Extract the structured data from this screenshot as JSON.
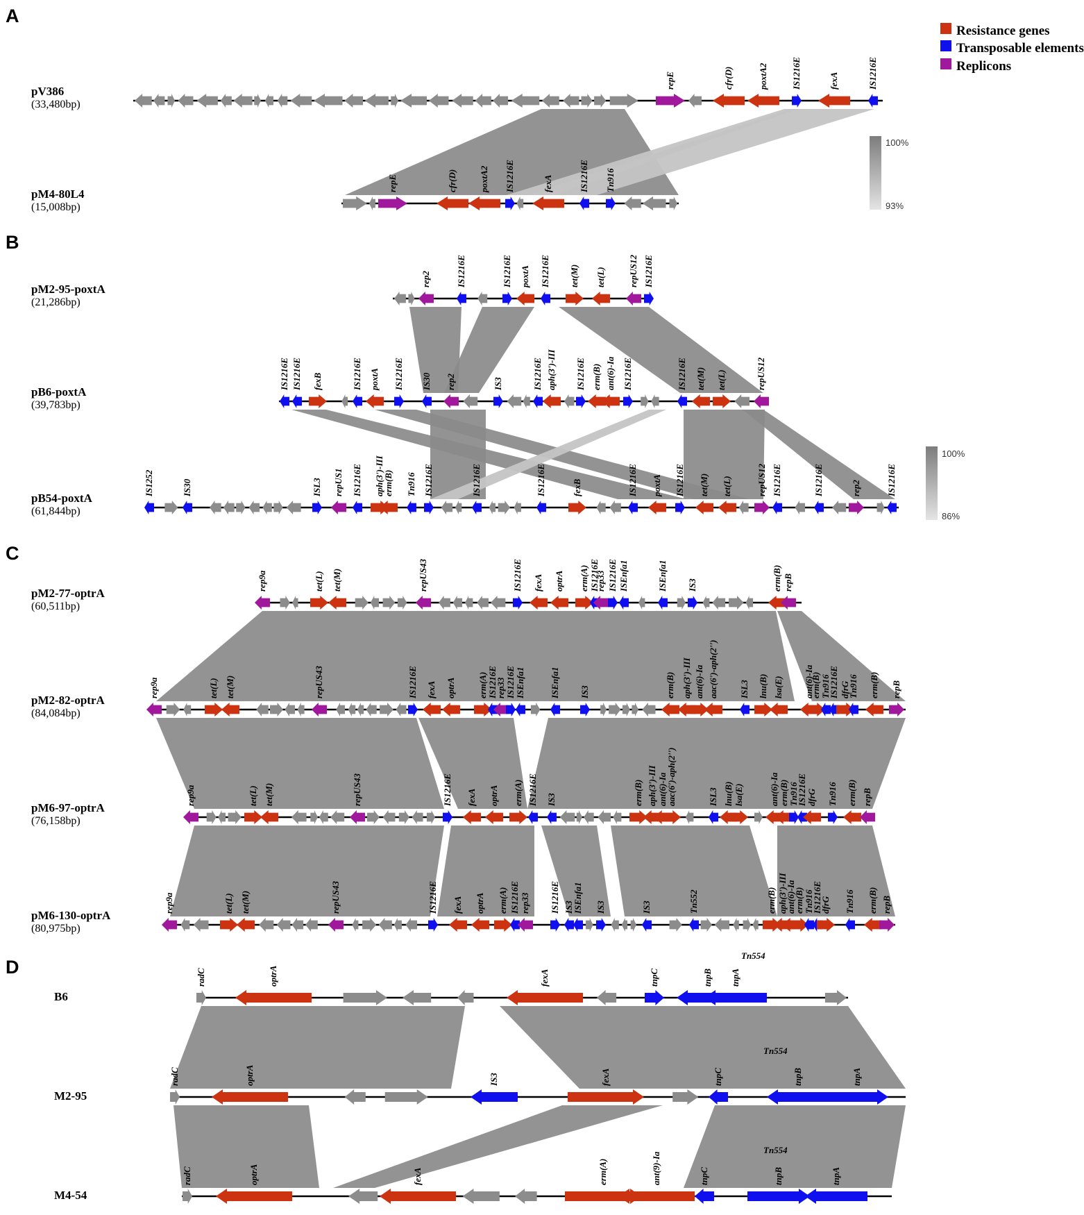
{
  "colors": {
    "resistance": "#cc3311",
    "transposable": "#1010ee",
    "replicon": "#a0189c",
    "other": "#8c8c8c",
    "backbone": "#000000",
    "link": "#8a8a8a",
    "link_light": "#c4c4c4"
  },
  "legend": {
    "items": [
      {
        "label": "Resistance genes",
        "type": "resistance"
      },
      {
        "label": "Transposable elements",
        "type": "transposable"
      },
      {
        "label": "Replicons",
        "type": "replicon"
      }
    ]
  },
  "scales": [
    {
      "panel": "A",
      "max_label": "100%",
      "min_label": "93%"
    },
    {
      "panel": "B",
      "max_label": "100%",
      "min_label": "86%"
    }
  ],
  "panels": [
    {
      "letter": "A",
      "rows": [
        {
          "name": "pV386",
          "size": "(33,480bp)",
          "labels": [
            "repE",
            "cfr(D)",
            "poxtA2",
            "IS1216E",
            "fexA",
            "IS1216E"
          ],
          "label_types": [
            "replicon",
            "resistance",
            "resistance",
            "transposable",
            "resistance",
            "transposable"
          ]
        },
        {
          "name": "pM4-80L4",
          "size": "(15,008bp)",
          "labels": [
            "repE",
            "cfr(D)",
            "poxtA2",
            "IS1216E",
            "fexA",
            "IS1216E",
            "Tn916"
          ],
          "label_types": [
            "replicon",
            "resistance",
            "resistance",
            "transposable",
            "resistance",
            "transposable",
            "transposable"
          ]
        }
      ]
    },
    {
      "letter": "B",
      "rows": [
        {
          "name": "pM2-95-poxtA",
          "size": "(21,286bp)",
          "labels": [
            "rep2",
            "IS1216E",
            "IS1216E",
            "poxtA",
            "IS1216E",
            "tet(M)",
            "tet(L)",
            "repUS12",
            "IS1216E"
          ],
          "label_types": [
            "replicon",
            "transposable",
            "transposable",
            "resistance",
            "transposable",
            "resistance",
            "resistance",
            "replicon",
            "transposable"
          ]
        },
        {
          "name": "pB6-poxtA",
          "size": "(39,783bp)",
          "labels": [
            "IS1216E",
            "IS1216E",
            "fexB",
            "IS1216E",
            "poxtA",
            "IS1216E",
            "IS30",
            "rep2",
            "IS3",
            "IS1216E",
            "aph(3')-III",
            "IS1216E",
            "erm(B)",
            "ant(6)-Ia",
            "IS1216E",
            "IS1216E",
            "tet(M)",
            "tet(L)",
            "repUS12"
          ],
          "label_types": [
            "transposable",
            "transposable",
            "resistance",
            "transposable",
            "resistance",
            "transposable",
            "transposable",
            "replicon",
            "transposable",
            "transposable",
            "resistance",
            "transposable",
            "resistance",
            "resistance",
            "transposable",
            "transposable",
            "resistance",
            "resistance",
            "replicon"
          ]
        },
        {
          "name": "pB54-poxtA",
          "size": "(61,844bp)",
          "labels": [
            "IS1252",
            "IS30",
            "ISL3",
            "repUS1",
            "IS1216E",
            "aph(3')-III",
            "erm(B)",
            "Tn916",
            "IS1216E",
            "IS1216E",
            "IS1216E",
            "fexB",
            "IS1216E",
            "poxtA",
            "IS1216E",
            "tet(M)",
            "tet(L)",
            "repUS12",
            "IS1216E",
            "IS1216E",
            "rep2",
            "IS1216E"
          ],
          "label_types": [
            "transposable",
            "transposable",
            "transposable",
            "replicon",
            "transposable",
            "resistance",
            "resistance",
            "transposable",
            "transposable",
            "transposable",
            "transposable",
            "resistance",
            "transposable",
            "resistance",
            "transposable",
            "resistance",
            "resistance",
            "replicon",
            "transposable",
            "transposable",
            "replicon",
            "transposable"
          ]
        }
      ]
    },
    {
      "letter": "C",
      "rows": [
        {
          "name": "pM2-77-optrA",
          "size": "(60,511bp)",
          "labels": [
            "rep9a",
            "tet(L)",
            "tet(M)",
            "repUS43",
            "IS1216E",
            "fexA",
            "optrA",
            "erm(A)",
            "IS1216E",
            "rep33",
            "IS1216E",
            "ISEnfa1",
            "ISEnfa1",
            "IS3",
            "erm(B)",
            "repB"
          ],
          "label_types": [
            "replicon",
            "resistance",
            "resistance",
            "replicon",
            "transposable",
            "resistance",
            "resistance",
            "resistance",
            "transposable",
            "replicon",
            "transposable",
            "transposable",
            "transposable",
            "transposable",
            "resistance",
            "replicon"
          ]
        },
        {
          "name": "pM2-82-optrA",
          "size": "(84,084bp)",
          "labels": [
            "rep9a",
            "tet(L)",
            "tet(M)",
            "repUS43",
            "IS1216E",
            "fexA",
            "optrA",
            "erm(A)",
            "IS1216E",
            "rep33",
            "IS1216E",
            "ISEnfa1",
            "ISEnfa1",
            "IS3",
            "erm(B)",
            "aph(3')-III",
            "ant(6)-Ia",
            "aac(6')-aph(2'')",
            "ISL3",
            "lnu(B)",
            "lsa(E)",
            "ant(6)-Ia",
            "erm(B)",
            "Tn916",
            "IS1216E",
            "dfrG",
            "Tn916",
            "erm(B)",
            "repB"
          ],
          "label_types": [
            "replicon",
            "resistance",
            "resistance",
            "replicon",
            "transposable",
            "resistance",
            "resistance",
            "resistance",
            "transposable",
            "replicon",
            "transposable",
            "transposable",
            "transposable",
            "transposable",
            "resistance",
            "resistance",
            "resistance",
            "resistance",
            "transposable",
            "resistance",
            "resistance",
            "resistance",
            "resistance",
            "transposable",
            "transposable",
            "resistance",
            "transposable",
            "resistance",
            "replicon"
          ]
        },
        {
          "name": "pM6-97-optrA",
          "size": "(76,158bp)",
          "labels": [
            "rep9a",
            "tet(L)",
            "tet(M)",
            "repUS43",
            "IS1216E",
            "fexA",
            "optrA",
            "erm(A)",
            "IS1216E",
            "IS3",
            "erm(B)",
            "aph(3')-III",
            "ant(6)-Ia",
            "aac(6')-aph(2'')",
            "ISL3",
            "lnu(B)",
            "lsa(E)",
            "ant(6)-Ia",
            "erm(B)",
            "Tn916",
            "IS1216E",
            "dfrG",
            "Tn916",
            "erm(B)",
            "repB"
          ],
          "label_types": [
            "replicon",
            "resistance",
            "resistance",
            "replicon",
            "transposable",
            "resistance",
            "resistance",
            "resistance",
            "transposable",
            "transposable",
            "resistance",
            "resistance",
            "resistance",
            "resistance",
            "transposable",
            "resistance",
            "resistance",
            "resistance",
            "resistance",
            "transposable",
            "transposable",
            "resistance",
            "transposable",
            "resistance",
            "replicon"
          ]
        },
        {
          "name": "pM6-130-optrA",
          "size": "(80,975bp)",
          "labels": [
            "rep9a",
            "tet(L)",
            "tet(M)",
            "repUS43",
            "IS1216E",
            "fexA",
            "optrA",
            "erm(A)",
            "IS1216E",
            "rep33",
            "IS1216E",
            "IS3",
            "ISEnfa1",
            "IS3",
            "IS3",
            "Tn552",
            "erm(B)",
            "aph(3')-III",
            "ant(6)-Ia",
            "erm(B)",
            "Tn916",
            "IS1216E",
            "dfrG",
            "Tn916",
            "erm(B)",
            "repB"
          ],
          "label_types": [
            "replicon",
            "resistance",
            "resistance",
            "replicon",
            "transposable",
            "resistance",
            "resistance",
            "resistance",
            "transposable",
            "replicon",
            "transposable",
            "transposable",
            "transposable",
            "transposable",
            "transposable",
            "transposable",
            "resistance",
            "resistance",
            "resistance",
            "resistance",
            "transposable",
            "transposable",
            "resistance",
            "transposable",
            "resistance",
            "replicon"
          ]
        }
      ]
    },
    {
      "letter": "D",
      "rows": [
        {
          "name": "B6",
          "size": "",
          "labels": [
            "radC",
            "optrA",
            "fexA",
            "tnpC",
            "tnpB",
            "tnpA"
          ],
          "label_types": [
            "other",
            "resistance",
            "resistance",
            "transposable",
            "transposable",
            "transposable"
          ],
          "tn_label": "Tn554"
        },
        {
          "name": "M2-95",
          "size": "",
          "labels": [
            "radC",
            "optrA",
            "IS3",
            "fexA",
            "tnpC",
            "tnpB",
            "tnpA"
          ],
          "label_types": [
            "other",
            "resistance",
            "transposable",
            "resistance",
            "transposable",
            "transposable",
            "transposable"
          ],
          "tn_label": "Tn554"
        },
        {
          "name": "M4-54",
          "size": "",
          "labels": [
            "radC",
            "optrA",
            "fexA",
            "erm(A)",
            "ant(9)-Ia",
            "tnpC",
            "tnpB",
            "tnpA"
          ],
          "label_types": [
            "other",
            "resistance",
            "resistance",
            "resistance",
            "resistance",
            "transposable",
            "transposable",
            "transposable"
          ],
          "tn_label": "Tn554"
        }
      ]
    }
  ]
}
